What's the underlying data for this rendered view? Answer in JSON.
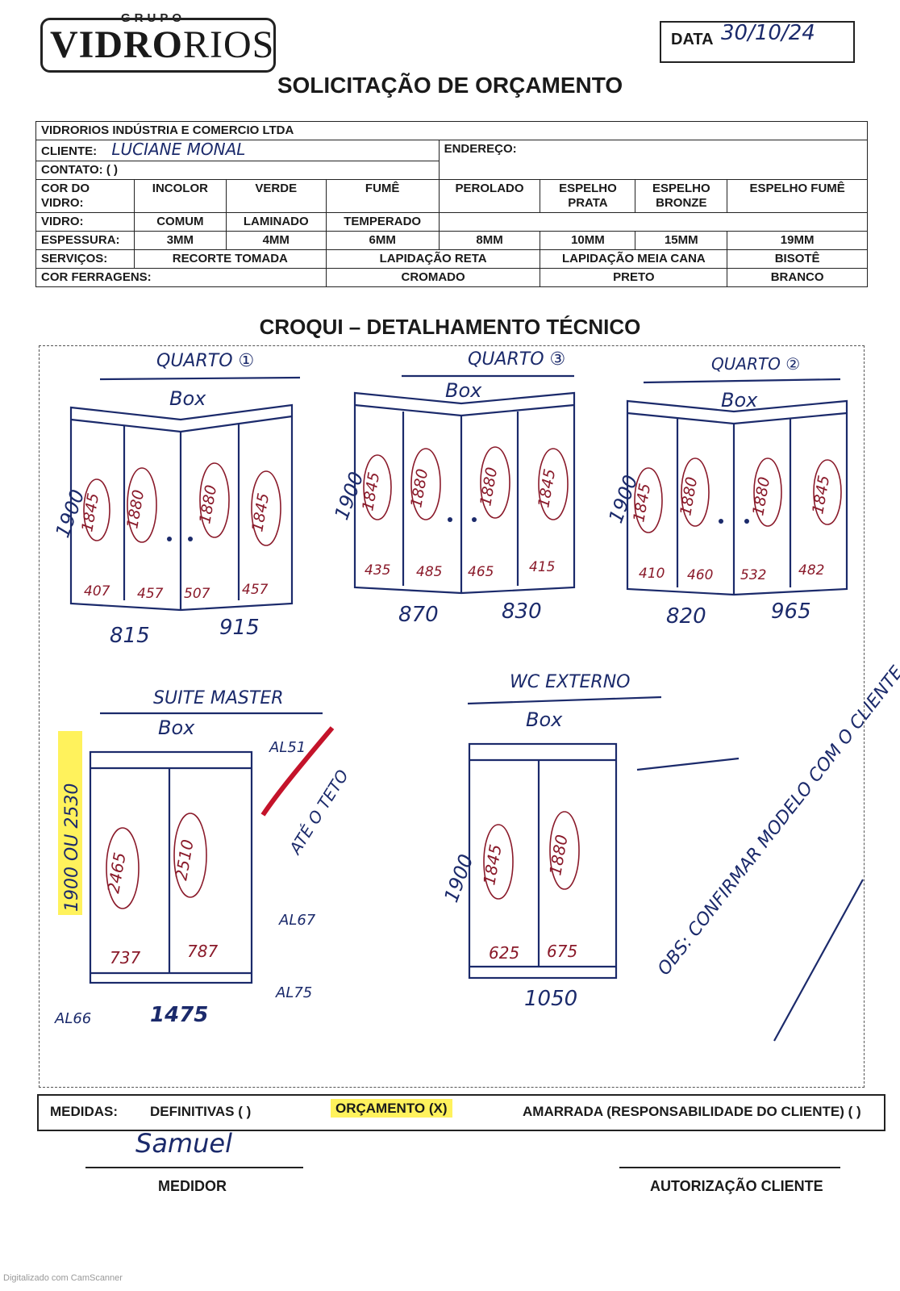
{
  "header": {
    "logo_group": "GRUPO",
    "logo_name_bold": "VIDRO",
    "logo_name_light": "RIOS",
    "date_label": "DATA",
    "date_value": "30/10/24",
    "title": "SOLICITAÇÃO DE ORÇAMENTO"
  },
  "form": {
    "company": "VIDRORIOS INDÚSTRIA E COMERCIO LTDA",
    "client_label": "CLIENTE:",
    "client_value": "LUCIANE MONAL",
    "address_label": "ENDEREÇO:",
    "contact_label": "CONTATO: (   )",
    "glass_color_label": "COR DO VIDRO:",
    "glass_colors": [
      "INCOLOR",
      "VERDE",
      "FUMÊ",
      "PEROLADO",
      "ESPELHO PRATA",
      "ESPELHO BRONZE",
      "ESPELHO FUMÊ"
    ],
    "glass_label": "VIDRO:",
    "glass_types": [
      "COMUM",
      "LAMINADO",
      "TEMPERADO"
    ],
    "thickness_label": "ESPESSURA:",
    "thicknesses": [
      "3MM",
      "4MM",
      "6MM",
      "8MM",
      "10MM",
      "15MM",
      "19MM"
    ],
    "services_label": "SERVIÇOS:",
    "services": [
      "RECORTE TOMADA",
      "LAPIDAÇÃO RETA",
      "LAPIDAÇÃO MEIA CANA",
      "BISOTÊ"
    ],
    "hardware_label": "COR FERRAGENS:",
    "hardware": [
      "CROMADO",
      "PRETO",
      "BRANCO"
    ]
  },
  "croqui": {
    "title": "CROQUI – DETALHAMENTO TÉCNICO",
    "boxes": [
      {
        "room": "QUARTO ①",
        "label": "Box",
        "height": "1900",
        "panel_heights": [
          "1845",
          "1880",
          "1880",
          "1845"
        ],
        "panel_widths": [
          "407",
          "457",
          "507",
          "457"
        ],
        "widths": [
          "815",
          "915"
        ]
      },
      {
        "room": "QUARTO ③",
        "label": "Box",
        "height": "1900",
        "panel_heights": [
          "1845",
          "1880",
          "1880",
          "1845"
        ],
        "panel_widths": [
          "435",
          "485",
          "465",
          "415"
        ],
        "widths": [
          "870",
          "830"
        ]
      },
      {
        "room": "QUARTO ②",
        "label": "Box",
        "height": "1900",
        "panel_heights": [
          "1845",
          "1880",
          "1880",
          "1845"
        ],
        "panel_widths": [
          "410",
          "460",
          "532",
          "482"
        ],
        "widths": [
          "820",
          "965"
        ]
      },
      {
        "room": "SUITE MASTER",
        "label": "Box",
        "height_note": "1900 OU 2530",
        "panel_heights": [
          "2465",
          "2510"
        ],
        "panel_widths": [
          "737",
          "787"
        ],
        "width": "1475",
        "labels": [
          "AL51",
          "AL67",
          "AL75",
          "AL66"
        ],
        "note": "ATÉ O TETO"
      },
      {
        "room": "WC EXTERNO",
        "label": "Box",
        "height": "1900",
        "panel_heights": [
          "1845",
          "1880"
        ],
        "panel_widths": [
          "625",
          "675"
        ],
        "width": "1050",
        "note": "OBS: CONFIRMAR MODELO COM O CLIENTE"
      }
    ]
  },
  "footer": {
    "measures_label": "MEDIDAS:",
    "definitive": "DEFINITIVAS (   )",
    "budget": "ORÇAMENTO (X)",
    "tied": "AMARRADA (RESPONSABILIDADE DO CLIENTE) (   )",
    "measurer_signature": "Samuel",
    "measurer_label": "MEDIDOR",
    "client_auth_label": "AUTORIZAÇÃO CLIENTE"
  },
  "scanner": "Digitalizado com CamScanner",
  "colors": {
    "ink": "#1b2a6b",
    "red_ink": "#8a1a2a",
    "highlight": "#fff25c"
  }
}
